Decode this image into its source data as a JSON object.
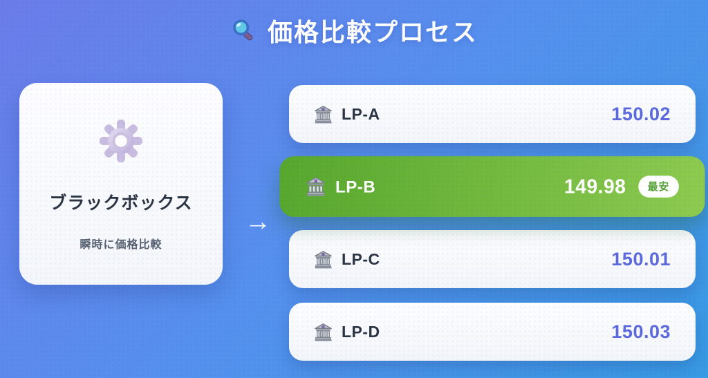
{
  "header": {
    "title": "価格比較プロセス",
    "icon": "magnifier-icon"
  },
  "blackbox": {
    "icon": "gear-icon",
    "title": "ブラックボックス",
    "subtitle": "瞬時に価格比較"
  },
  "flow": {
    "arrow": "→"
  },
  "providers": [
    {
      "icon": "bank-icon",
      "name": "LP-A",
      "price": "150.02",
      "highlight": false
    },
    {
      "icon": "bank-icon",
      "name": "LP-B",
      "price": "149.98",
      "highlight": true,
      "badge": "最安"
    },
    {
      "icon": "bank-icon",
      "name": "LP-C",
      "price": "150.01",
      "highlight": false
    },
    {
      "icon": "bank-icon",
      "name": "LP-D",
      "price": "150.03",
      "highlight": false
    }
  ],
  "colors": {
    "background_start": "#6b7ce9",
    "background_end": "#389be4",
    "card_bg": "#f7f9fd",
    "price_blue": "#5c6ade",
    "label_dark": "#2b3443",
    "subtitle_gray": "#566070",
    "highlight_green_start": "#57a72e",
    "highlight_green_end": "#8dca50",
    "badge_text_green": "#55a238",
    "title_white": "#ffffff"
  }
}
